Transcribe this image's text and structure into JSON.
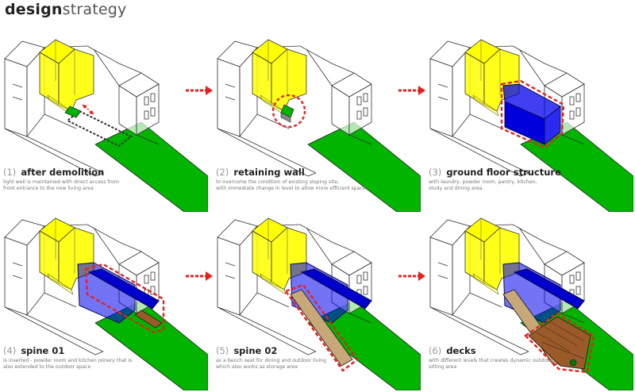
{
  "title": {
    "bold": "design",
    "light": "strategy"
  },
  "colors": {
    "light": "#ffff00",
    "structure": "#0000ee",
    "highlight": "#e8201c",
    "lawn": "#00b400",
    "timber": "#9a5a2a",
    "bench": "#c8a878"
  },
  "steps": [
    {
      "num": "(1)",
      "title": "after demolition",
      "desc": "light well is maintained with direct access from\nfront entrance to the new living area"
    },
    {
      "num": "(2)",
      "title": "retaining wall",
      "desc": "to overcome the condition of existing sloping site,\nwith immediate change in level to allow more efficient space"
    },
    {
      "num": "(3)",
      "title": "ground floor structure",
      "desc": "with laundry, powder room, pantry, kitchen,\nstudy and dining area"
    },
    {
      "num": "(4)",
      "title": "spine 01",
      "desc": "is inserted - powder room and kitchen joinery that is\nalso extended to the outdoor space"
    },
    {
      "num": "(5)",
      "title": "spine 02",
      "desc": "as a bench seat for dining and outdoor living\nwhich also works as storage area"
    },
    {
      "num": "(6)",
      "title": "decks",
      "desc": "with different levels that creates dynamic outdoor\nsitting area"
    }
  ]
}
